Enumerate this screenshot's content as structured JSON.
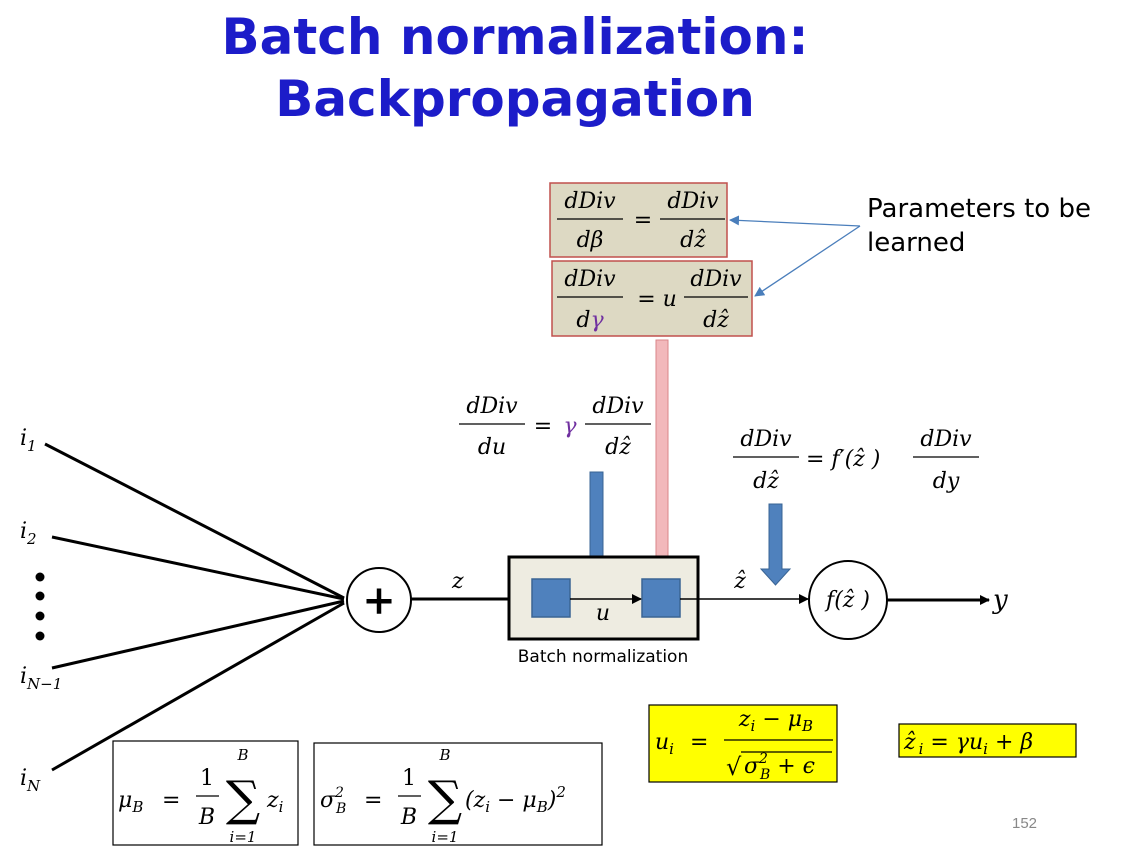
{
  "title": {
    "line1": "Batch normalization:",
    "line2": "Backpropagation"
  },
  "colors": {
    "title": "#1c1cc9",
    "param_box_fill": "#ddd9c3",
    "param_box_border": "#c0504d",
    "highlight_fill": "#ffff00",
    "blue_arrow": "#4f81bd",
    "pink_arrow": "#f2b8bb",
    "gamma": "#7030a0",
    "callout_line": "#4a7ebb"
  },
  "callout": {
    "line1": "Parameters to be",
    "line2": "learned"
  },
  "eq_beta": {
    "num_left": "dDiv",
    "den_left": "dβ",
    "eq": "=",
    "num_right": "dDiv",
    "den_right": "dẑ"
  },
  "eq_gamma": {
    "num_left": "dDiv",
    "den_left_d": "d",
    "den_left_g": "γ",
    "eq": "= u",
    "num_right": "dDiv",
    "den_right": "dẑ"
  },
  "eq_du": {
    "num_left": "dDiv",
    "den_left": "du",
    "eq": "=",
    "gamma": "γ",
    "num_right": "dDiv",
    "den_right": "dẑ"
  },
  "eq_dz": {
    "num_left": "dDiv",
    "den_left": "dẑ",
    "mid": "= f′(ẑ )",
    "num_right": "dDiv",
    "den_right": "dy"
  },
  "inputs": {
    "i1": "i",
    "i1_sub": "1",
    "i2": "i",
    "i2_sub": "2",
    "iN1": "i",
    "iN1_sub": "N−1",
    "iN": "i",
    "iN_sub": "N"
  },
  "network": {
    "plus": "+",
    "z_label": "z",
    "u_label": "u",
    "zhat_label": "ẑ",
    "bn_caption": "Batch normalization",
    "f_label": "f(ẑ )",
    "y_label": "y"
  },
  "eq_mu": {
    "lhs": "μ",
    "lhs_sub": "B",
    "eq": "=",
    "frac_num": "1",
    "frac_den": "B",
    "sum_top": "B",
    "sum_sym": "∑",
    "sum_bot": "i=1",
    "term": "z",
    "term_sub": "i"
  },
  "eq_sigma": {
    "lhs": "σ",
    "lhs_sup": "2",
    "lhs_sub": "B",
    "eq": "=",
    "frac_num": "1",
    "frac_den": "B",
    "sum_top": "B",
    "sum_sym": "∑",
    "sum_bot": "i=1",
    "term": "(z",
    "term_sub": "i",
    "term_mid": " − μ",
    "term_sub2": "B",
    "term_end": ")",
    "term_sup": "2"
  },
  "eq_u": {
    "lhs": "u",
    "lhs_sub": "i",
    "eq": "=",
    "num": "z",
    "num_sub": "i",
    "num_mid": " − μ",
    "num_sub2": "B",
    "sqrt": "√",
    "den": "σ",
    "den_sup": "2",
    "den_sub": "B",
    "den_end": " + ϵ"
  },
  "eq_zhat": {
    "lhs": "ẑ",
    "lhs_sub": "i",
    "eq": " = γu",
    "rhs_sub": "i",
    "end": " + β"
  },
  "page_number": "152"
}
